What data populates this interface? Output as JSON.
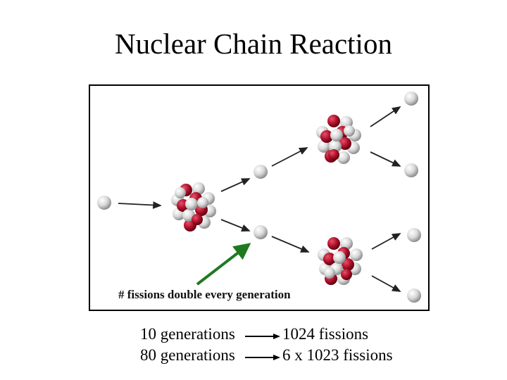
{
  "title": "Nuclear Chain Reaction",
  "caption": "# fissions double every generation",
  "stats": [
    {
      "generations": "10 generations",
      "fissions": "1024 fissions"
    },
    {
      "generations": "80 generations",
      "fissions": "6 x 1023 fissions"
    }
  ],
  "colors": {
    "proton": "#b0102a",
    "neutron": "#eeeeee",
    "pointer_arrow": "#1f7a1f",
    "flow_arrow": "#222222"
  },
  "icons": [
    "neutron-icon",
    "nucleus-icon",
    "arrow-icon"
  ]
}
